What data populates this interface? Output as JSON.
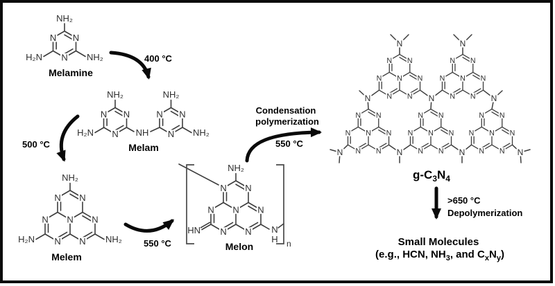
{
  "figure": {
    "background": "#ffffff",
    "border_color": "#0a0a0a",
    "structure_color": "#3d3d3d",
    "text_color": "#000000"
  },
  "atoms": {
    "n": "N",
    "nh2": "NH₂",
    "h2n": "H₂N",
    "nh": "NH",
    "hn": "HN",
    "h": "H",
    "repeat_n": "n"
  },
  "molecules": {
    "melamine": "Melamine",
    "melam": "Melam",
    "melem": "Melem",
    "melon": "Melon",
    "gc3n4": {
      "p1": "g-C",
      "sub1": "3",
      "p2": "N",
      "sub2": "4"
    }
  },
  "reactions": {
    "r1": {
      "temp": "400 °C"
    },
    "r2": {
      "temp": "500 °C"
    },
    "r3": {
      "temp": "550 °C"
    },
    "r4": {
      "line1": "Condensation",
      "line2": "polymerization",
      "temp": "550 °C"
    },
    "r5": {
      "line1": ">650 °C",
      "line2": "Depolymerization"
    }
  },
  "products": {
    "title": "Small Molecules",
    "detail": {
      "p1": "(e.g., HCN, NH",
      "sub1": "3",
      "p2": ", and C",
      "sub2": "x",
      "p3": "N",
      "sub3": "y",
      "p4": ")"
    }
  }
}
